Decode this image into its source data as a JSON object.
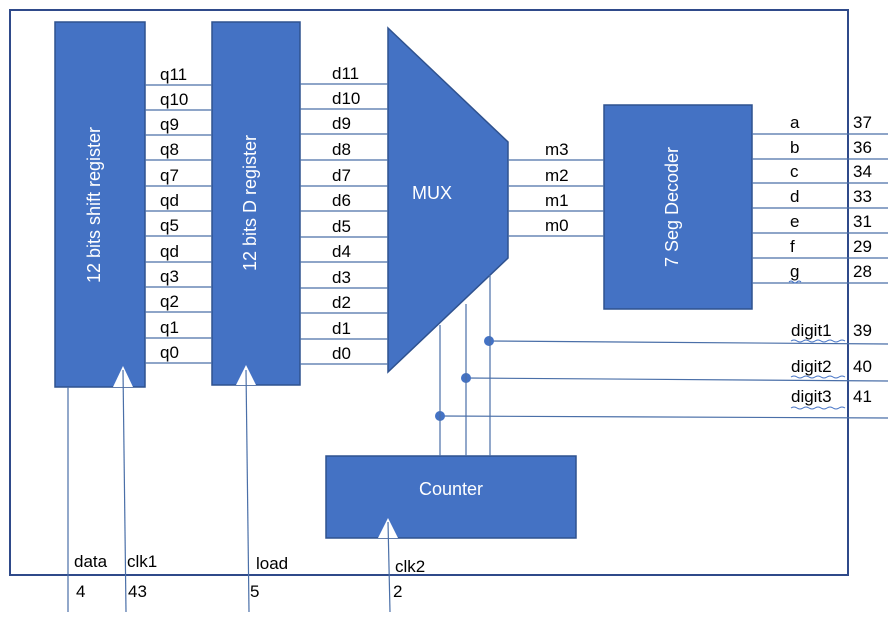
{
  "blocks": {
    "shift_register": "12 bits shift register",
    "d_register": "12 bits D register",
    "mux": "MUX",
    "decoder": "7 Seg Decoder",
    "counter": "Counter"
  },
  "shift_outputs": [
    "q11",
    "q10",
    "q9",
    "q8",
    "q7",
    "qd",
    "q5",
    "qd",
    "q3",
    "q2",
    "q1",
    "q0"
  ],
  "d_inputs": [
    "d11",
    "d10",
    "d9",
    "d8",
    "d7",
    "d6",
    "d5",
    "d4",
    "d3",
    "d2",
    "d1",
    "d0"
  ],
  "mux_outputs": [
    "m3",
    "m2",
    "m1",
    "m0"
  ],
  "segments": [
    {
      "name": "a",
      "pin": "37"
    },
    {
      "name": "b",
      "pin": "36"
    },
    {
      "name": "c",
      "pin": "34"
    },
    {
      "name": "d",
      "pin": "33"
    },
    {
      "name": "e",
      "pin": "31"
    },
    {
      "name": "f",
      "pin": "29"
    },
    {
      "name": "g",
      "pin": "28"
    }
  ],
  "digits": [
    {
      "name": "digit1",
      "pin": "39"
    },
    {
      "name": "digit2",
      "pin": "40"
    },
    {
      "name": "digit3",
      "pin": "41"
    }
  ],
  "inputs": [
    {
      "name": "data",
      "pin": "4"
    },
    {
      "name": "clk1",
      "pin": "43"
    },
    {
      "name": "load",
      "pin": "5"
    },
    {
      "name": "clk2",
      "pin": "2"
    }
  ],
  "colors": {
    "block_fill": "#4472c4",
    "block_text": "#ffffff",
    "wire": "#4a6fa8",
    "frame": "#2f4a8a"
  }
}
